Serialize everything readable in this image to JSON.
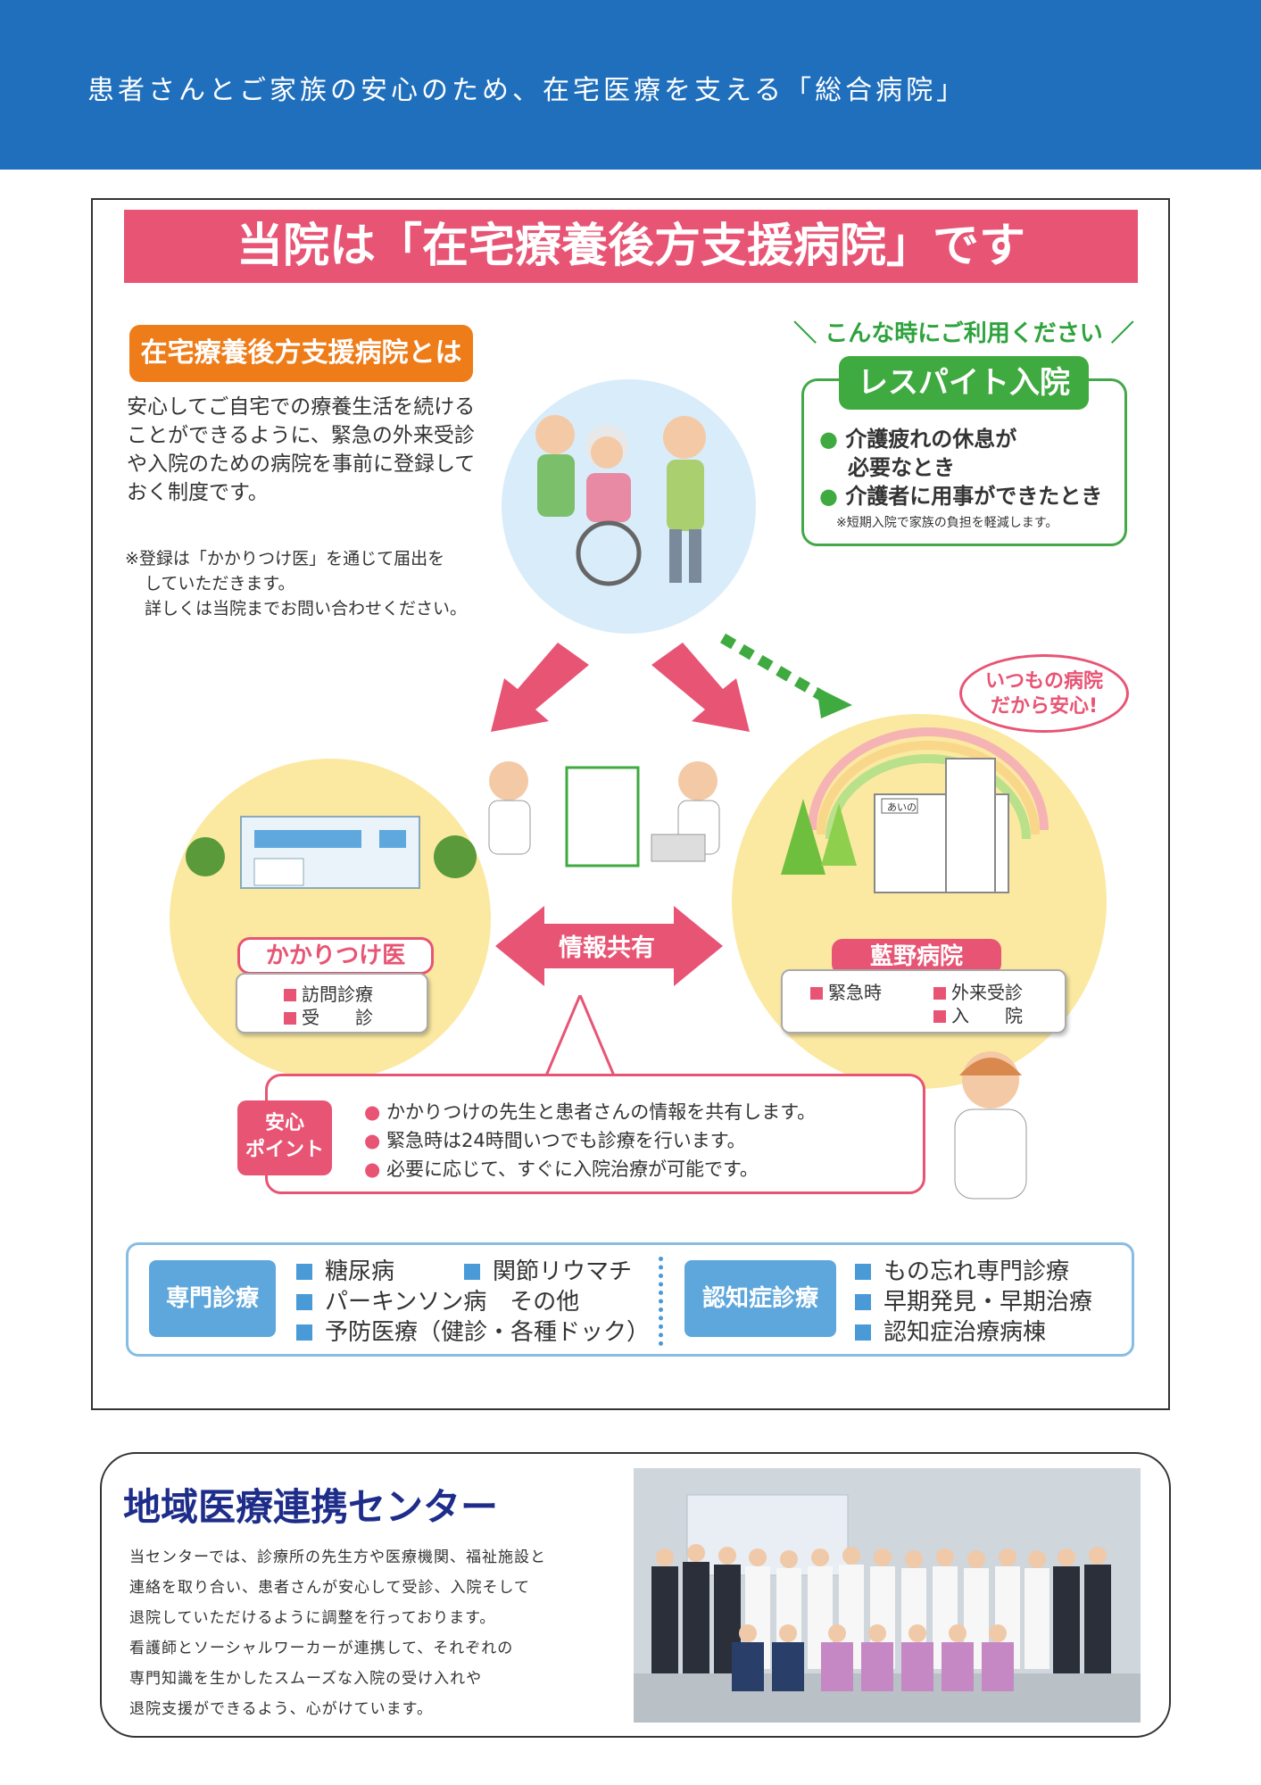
{
  "header": {
    "tagline": "患者さんとご家族の安心のため、在宅医療を支える「総合病院」"
  },
  "main": {
    "title": "当院は「在宅療養後方支援病院」です",
    "definition": {
      "label": "在宅療養後方支援病院とは",
      "body": "安心してご自宅での療養生活を続けることができるように、緊急の外来受診や入院のための病院を事前に登録しておく制度です。",
      "note_lines": [
        "※登録は「かかりつけ医」を通じて届出を",
        "していただきます。",
        "詳しくは当院までお問い合わせください。"
      ]
    },
    "respite": {
      "heading_left": "＼",
      "heading": "こんな時にご利用ください",
      "heading_right": "／",
      "label": "レスパイト入院",
      "items": [
        "介護疲れの休息が",
        "必要なとき",
        "介護者に用事ができたとき"
      ],
      "bullet": "●",
      "note": "※短期入院で家族の負担を軽減します。"
    },
    "reassure_bubble": [
      "いつもの病院",
      "だから安心!"
    ],
    "family_doctor": {
      "label": "かかりつけ医",
      "items": [
        "訪問診療",
        "受　　診"
      ]
    },
    "hospital": {
      "label": "藍野病院",
      "sign": "あいの",
      "items_left": [
        "緊急時"
      ],
      "items_right": [
        "外来受診",
        "入　　院"
      ]
    },
    "info_share": "情報共有",
    "points": {
      "label_line1": "安心",
      "label_line2": "ポイント",
      "bullet": "●",
      "items": [
        "かかりつけの先生と患者さんの情報を共有します。",
        "緊急時は24時間いつでも診療を行います。",
        "必要に応じて、すぐに入院治療が可能です。"
      ]
    },
    "specialty": {
      "label": "専門診療",
      "row1_a": "糖尿病",
      "row1_b": "関節リウマチ",
      "row2": "パーキンソン病　その他",
      "row3": "予防医療（健診・各種ドック）"
    },
    "dementia": {
      "label": "認知症診療",
      "items": [
        "もの忘れ専門診療",
        "早期発見・早期治療",
        "認知症治療病棟"
      ]
    }
  },
  "center": {
    "title": "地域医療連携センター",
    "body_lines": [
      "当センターでは、診療所の先生方や医療機関、福祉施設と",
      "連絡を取り合い、患者さんが安心して受診、入院そして",
      "退院していただけるように調整を行っております。",
      "看護師とソーシャルワーカーが連携して、それぞれの",
      "専門知識を生かしたスムーズな入院の受け入れや",
      "退院支援ができるよう、心がけています。"
    ]
  },
  "colors": {
    "banner": "#1f6fbd",
    "pink": "#e85474",
    "orange": "#ee7c18",
    "green": "#3faa40",
    "blue": "#4a9ad7",
    "navy": "#1e2d8a"
  }
}
